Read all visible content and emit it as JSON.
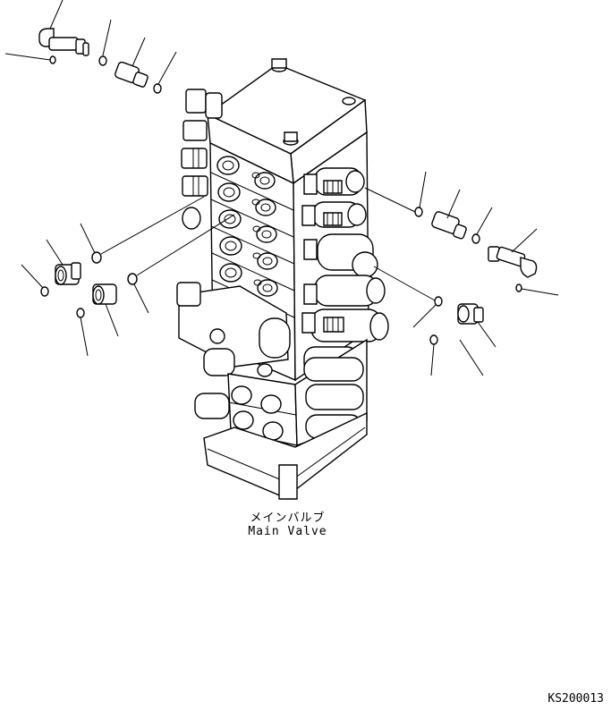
{
  "diagram": {
    "caption_jp": "メインバルブ",
    "caption_en": "Main Valve",
    "drawing_code": "KS200013",
    "colors": {
      "line": "#000000",
      "background": "#ffffff"
    }
  }
}
